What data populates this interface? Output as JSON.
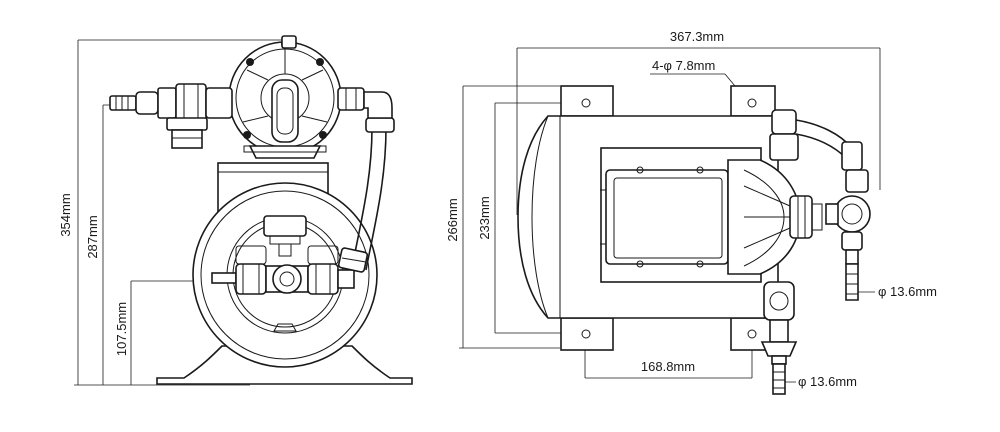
{
  "drawing": {
    "left_view": {
      "dims": {
        "total_height": "354mm",
        "upper_height": "287mm",
        "outlet_height": "107.5mm"
      }
    },
    "right_view": {
      "dims": {
        "overall_width": "367.3mm",
        "mount_holes": "4-φ 7.8mm",
        "tank_height": "266mm",
        "hole_span_vertical": "233mm",
        "hole_span_horizontal": "168.8mm",
        "fitting_dia_1": "φ 13.6mm",
        "fitting_dia_2": "φ 13.6mm"
      }
    }
  }
}
